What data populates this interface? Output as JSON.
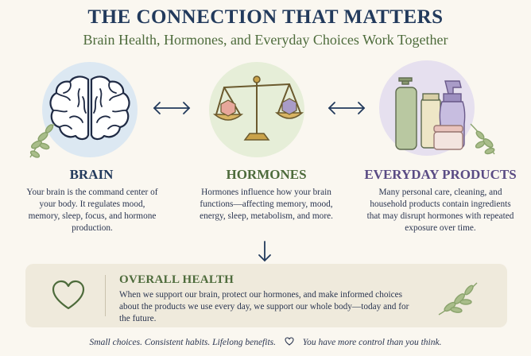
{
  "header": {
    "title": "THE CONNECTION THAT MATTERS",
    "subtitle": "Brain Health, Hormones, and Everyday Choices Work Together"
  },
  "columns": [
    {
      "heading": "BRAIN",
      "text": "Your brain is the command center of your body. It regulates mood, memory, sleep, focus, and hormone production.",
      "icon": "brain-icon",
      "accent": "#223a5c"
    },
    {
      "heading": "HORMONES",
      "text": "Hormones influence how your brain functions—affecting memory, mood, energy, sleep, metabolism, and more.",
      "icon": "balance-scale-icon",
      "accent": "#4d6b3b"
    },
    {
      "heading": "EVERYDAY PRODUCTS",
      "text": "Many personal care, cleaning, and household products contain ingredients that may disrupt hormones with repeated exposure over time.",
      "icon": "products-bottles-icon",
      "accent": "#5a4b84"
    }
  ],
  "overall": {
    "title": "OVERALL HEALTH",
    "text": "When we support our brain, protect our hormones, and make informed choices about the products we use every day, we support our whole body—today and for the future.",
    "icon": "heart-icon"
  },
  "footer": {
    "left": "Small choices. Consistent habits. Lifelong benefits.",
    "right": "You have more control than you think.",
    "icon": "heart-outline-icon"
  },
  "colors": {
    "background": "#faf7f0",
    "navy": "#223a5c",
    "green": "#4d6b3b",
    "purple": "#5a4b84",
    "panel": "#efeadc"
  }
}
